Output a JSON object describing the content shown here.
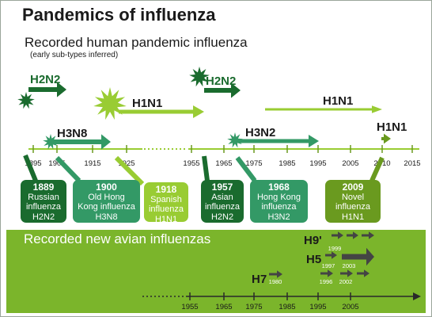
{
  "title": "Pandemics of influenza",
  "subtitle": "Recorded human pandemic influenza",
  "note": "(early sub-types inferred)",
  "avian_title": "Recorded new avian influenzas",
  "colors": {
    "light_green": "#99cc33",
    "mid_green": "#339966",
    "dark_green": "#1a6b2e",
    "olive": "#6a9a1f",
    "band": "#7bb52b",
    "gray_arrow": "#444444"
  },
  "human_axis_ticks": [
    "1895",
    "1905",
    "1915",
    "1925",
    "1955",
    "1965",
    "1975",
    "1985",
    "1995",
    "2005",
    "2010",
    "2015"
  ],
  "avian_axis_ticks": [
    "1955",
    "1965",
    "1975",
    "1985",
    "1995",
    "2005"
  ],
  "pandemic_arrows": [
    {
      "label": "H2N2",
      "color": "dark_green",
      "burst": "dark"
    },
    {
      "label": "H3N8",
      "color": "mid_green",
      "burst": "mid"
    },
    {
      "label": "H1N1",
      "color": "light_green",
      "burst": "light"
    },
    {
      "label": "H2N2",
      "color": "dark_green",
      "burst": "dark"
    },
    {
      "label": "H3N2",
      "color": "mid_green",
      "burst": "mid"
    },
    {
      "label": "H1N1",
      "color": "light_green",
      "burst": ""
    },
    {
      "label": "H1N1",
      "color": "olive",
      "burst": ""
    }
  ],
  "pandemic_boxes": [
    {
      "year": "1889",
      "lines": [
        "Russian",
        "influenza",
        "H2N2"
      ],
      "color": "dark_green"
    },
    {
      "year": "1900",
      "lines": [
        "Old Hong",
        "Kong influenza",
        "H3N8"
      ],
      "color": "mid_green"
    },
    {
      "year": "1918",
      "lines": [
        "Spanish",
        "influenza",
        "H1N1"
      ],
      "color": "light_green"
    },
    {
      "year": "1957",
      "lines": [
        "Asian",
        "influenza",
        "H2N2"
      ],
      "color": "dark_green"
    },
    {
      "year": "1968",
      "lines": [
        "Hong Kong",
        "influenza",
        "H3N2"
      ],
      "color": "mid_green"
    },
    {
      "year": "2009",
      "lines": [
        "Novel",
        "influenza",
        "H1N1"
      ],
      "color": "olive"
    }
  ],
  "avian_rows": [
    {
      "label": "H9'",
      "years": [
        "1999"
      ]
    },
    {
      "label": "H5",
      "years": [
        "1997",
        "2003"
      ]
    },
    {
      "label": "H7",
      "years": [
        "1980",
        "1996",
        "2002"
      ]
    }
  ]
}
